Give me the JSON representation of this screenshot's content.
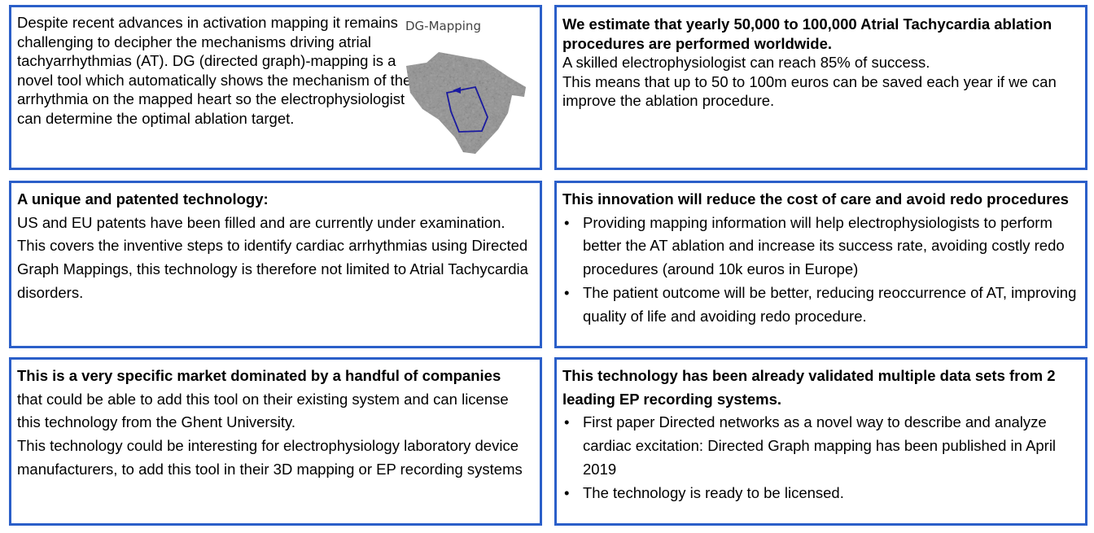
{
  "box1": {
    "text": "Despite recent advances in activation mapping it remains challenging to decipher the mechanisms driving atrial tachyarrhythmias (AT). DG (directed graph)-mapping is a novel tool which automatically shows the mechanism of the arrhythmia on the mapped heart so the electrophysiologist can determine the optimal ablation target.",
    "figure_title": "DG-Mapping"
  },
  "box2": {
    "heading": "We estimate that yearly 50,000 to 100,000 Atrial Tachycardia ablation  procedures are performed worldwide.",
    "lines": [
      "A skilled electrophysiologist can reach 85% of success.",
      "This means that up to 50 to 100m euros can be saved each year if we can improve the ablation procedure."
    ]
  },
  "box3": {
    "heading": "A unique and patented technology:",
    "lines": [
      "US and EU patents have been filled and are currently under examination.",
      "This covers the inventive steps to identify cardiac arrhythmias using Directed Graph Mappings, this technology is therefore not limited to Atrial Tachycardia disorders."
    ]
  },
  "box4": {
    "heading": "This innovation will reduce the cost of care and avoid redo procedures",
    "bullets": [
      "Providing mapping information will help electrophysiologists to perform better the AT ablation and increase its success rate, avoiding costly redo procedures (around 10k euros in Europe)",
      "The patient outcome will be better, reducing reoccurrence of AT, improving quality of life and avoiding redo procedure."
    ]
  },
  "box5": {
    "heading": "This is a very specific market dominated by a handful of companies",
    "lines": [
      "that could be able to add this tool on their existing system and can license this technology from the Ghent University.",
      "This technology could be interesting for electrophysiology laboratory device manufacturers, to add this tool in their 3D mapping or EP recording systems"
    ]
  },
  "box6": {
    "heading": "This technology has been already validated multiple data sets from 2 leading EP recording systems.",
    "bullets": [
      "First paper Directed networks as a novel way to describe and analyze cardiac excitation: Directed Graph mapping has been published in April 2019",
      "The technology is ready to be licensed."
    ]
  }
}
